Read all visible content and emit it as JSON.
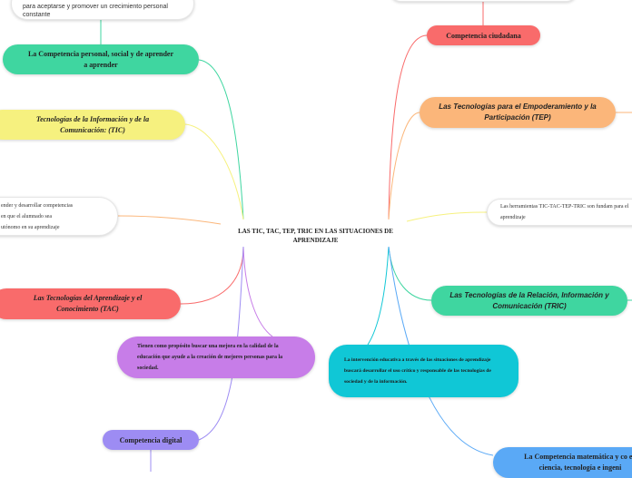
{
  "colors": {
    "green": "#3fd6a0",
    "yellow": "#f6f17f",
    "red": "#f96b6b",
    "purple": "#c77de8",
    "violet": "#9d8cf3",
    "orange": "#fbb67a",
    "teal": "#10c7d6",
    "blue": "#5aa9f6"
  },
  "center": {
    "title": "LAS TIC, TAC, TEP, TRIC EN LAS SITUACIONES DE APRENDIZAJE"
  },
  "nodes": {
    "top_note": "para aceptarse y promover un crecimiento personal constante",
    "competencia_personal": "La Competencia personal, social y de aprender a aprender",
    "tic": "Tecnologías de la Información y de la Comunicación: (TIC)",
    "left_note_line1": "ender y desarrollar competencias",
    "left_note_line2": "en que el alumnado sea",
    "left_note_line3": "utónomo en su aprendizaje",
    "tac": "Las Tecnologías del Aprendizaje y el Conocimiento (TAC)",
    "proposito": "Tienen como propósito buscar una mejora en la calidad de la educación que ayude a la creación de mejores personas para la sociedad.",
    "competencia_digital": "Competencia digital",
    "competencia_ciudadana": "Competencia ciudadana",
    "tep": "Las Tecnologías para el Empoderamiento y la Participación (TEP)",
    "herramientas": "Las herramientas TIC-TAC-TEP-TRIC son fundam para el aprendizaje",
    "tric": "Las Tecnologías de la Relación, Información y Comunicación (TRIC)",
    "intervencion": "La intervención educativa a través de las situaciones de aprendizaje buscará desarrollar el uso crítico y responsable de las tecnologías de sociedad y de la información.",
    "competencia_matematica": "La Competencia matemática y co en ciencia, tecnología e ingeni"
  }
}
